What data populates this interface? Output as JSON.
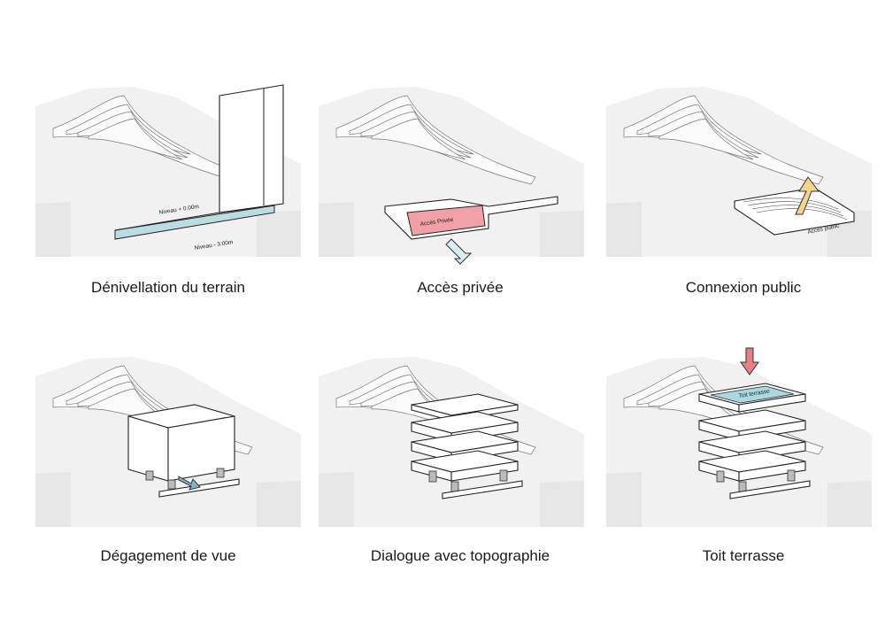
{
  "panels": [
    {
      "caption": "Dénivellation du terrain",
      "labels": {
        "upper": "Niveau + 0.00m",
        "lower": "Niveau - 3.00m"
      }
    },
    {
      "caption": "Accès privée",
      "labels": {
        "access": "Accès Privée"
      }
    },
    {
      "caption": "Connexion public",
      "labels": {
        "access": "Accès public"
      }
    },
    {
      "caption": "Dégagement de vue"
    },
    {
      "caption": "Dialogue avec topographie"
    },
    {
      "caption": "Toit terrasse",
      "labels": {
        "roof": "Toit terrasse"
      }
    }
  ],
  "colors": {
    "water": "#bcdce4",
    "private": "#f1a0a8",
    "public_arrow": "#f2d48a",
    "roof_arrow": "#e77f86",
    "roof_fill": "#a9d7e2",
    "view_arrow": "#7fb6cf"
  }
}
